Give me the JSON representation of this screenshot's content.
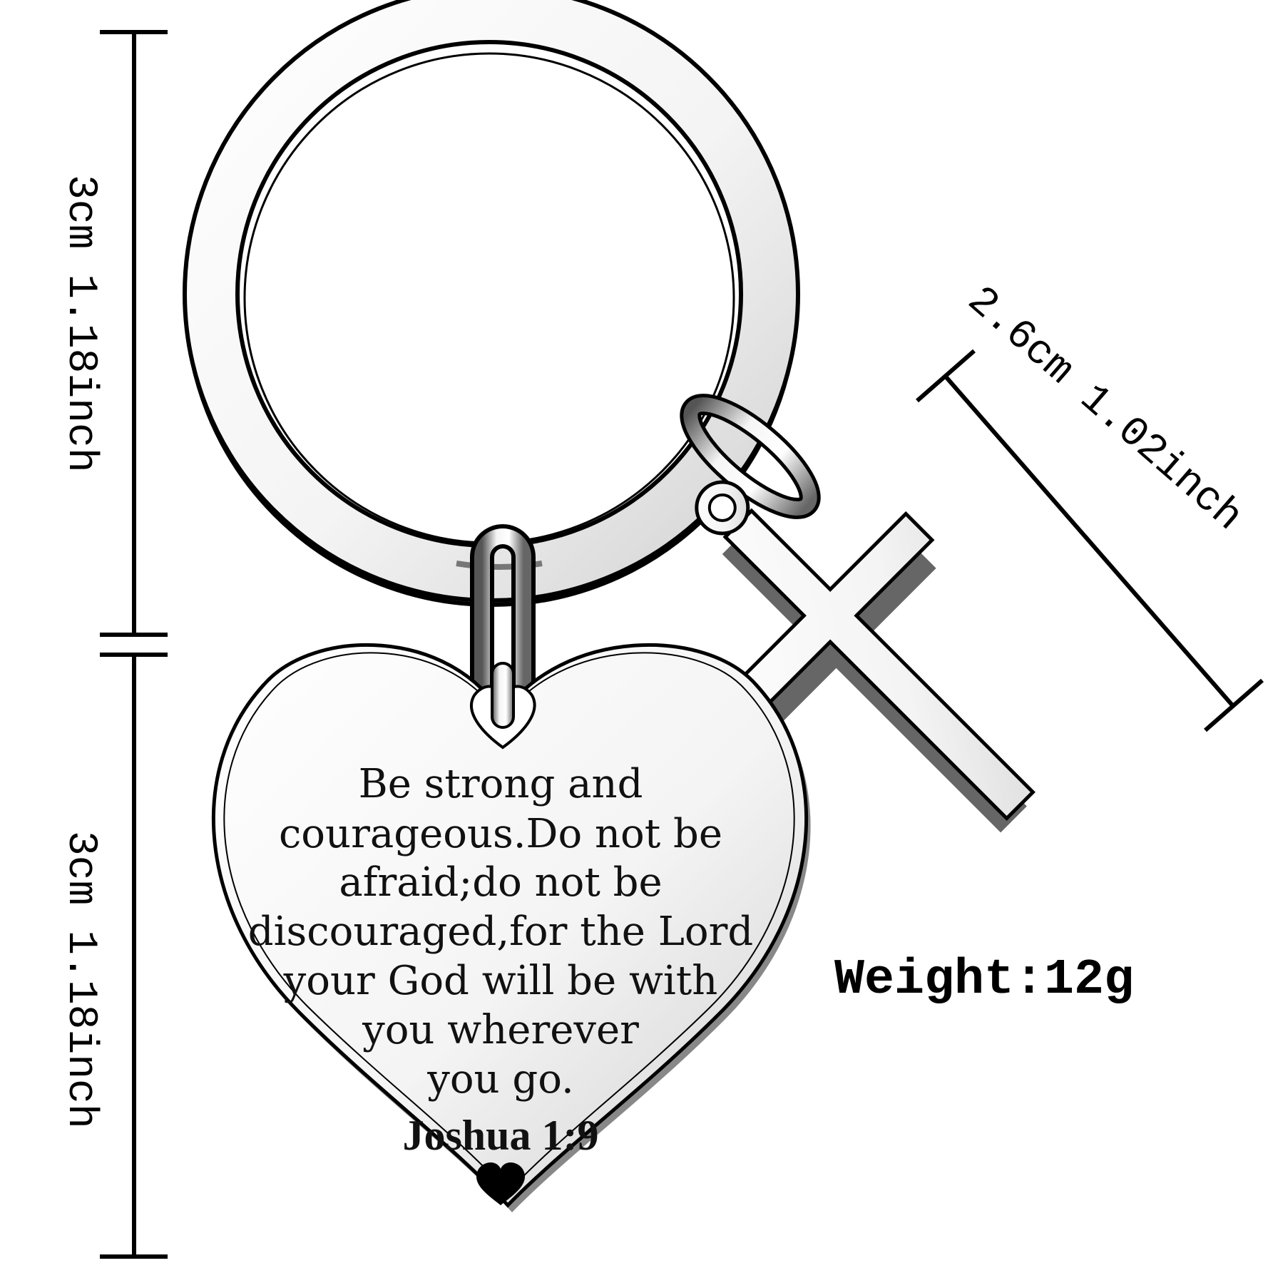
{
  "product": {
    "inscription": [
      "Be strong and",
      "courageous.Do not be",
      "afraid;do not be",
      "discouraged,for the Lord",
      "your God will be with",
      "you wherever",
      "you go."
    ],
    "reference": "Joshua 1:9",
    "heart_icon": "heart-icon",
    "charm_icon": "cross-icon"
  },
  "dimensions": {
    "ring_height": "3cm 1.18inch",
    "tag_height": "3cm 1.18inch",
    "cross_length": "2.6cm 1.02inch"
  },
  "specs": {
    "weight": "Weight:12g"
  },
  "colors": {
    "outline": "#000000",
    "metal_light": "#f6f6f6",
    "metal_shadow": "#8a8a8a",
    "text": "#111111"
  }
}
